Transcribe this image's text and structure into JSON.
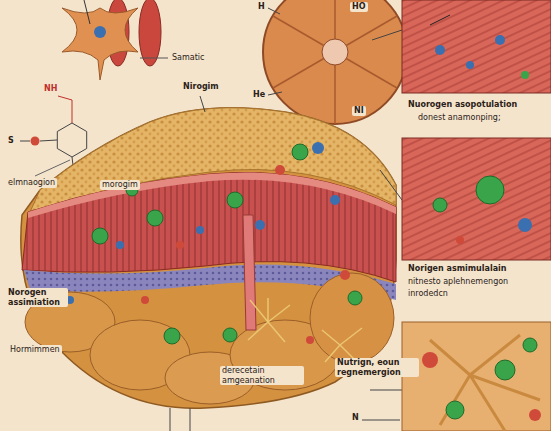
{
  "diagram": {
    "labels": [
      "Samatic",
      "NH",
      "S",
      "elmnaogion",
      "morogim",
      "Nirogim",
      "H",
      "HO",
      "He",
      "NI",
      "Nuorogen asopotulation",
      "donest anamonping;",
      "Norigen asmimulalain",
      "nitnesto aplehnemengon",
      "inrodedcn",
      "Norogen assimiation",
      "Hormimmen",
      "derecetain amgeanation",
      "Nutrign, eoun regnemergion",
      "N"
    ]
  }
}
